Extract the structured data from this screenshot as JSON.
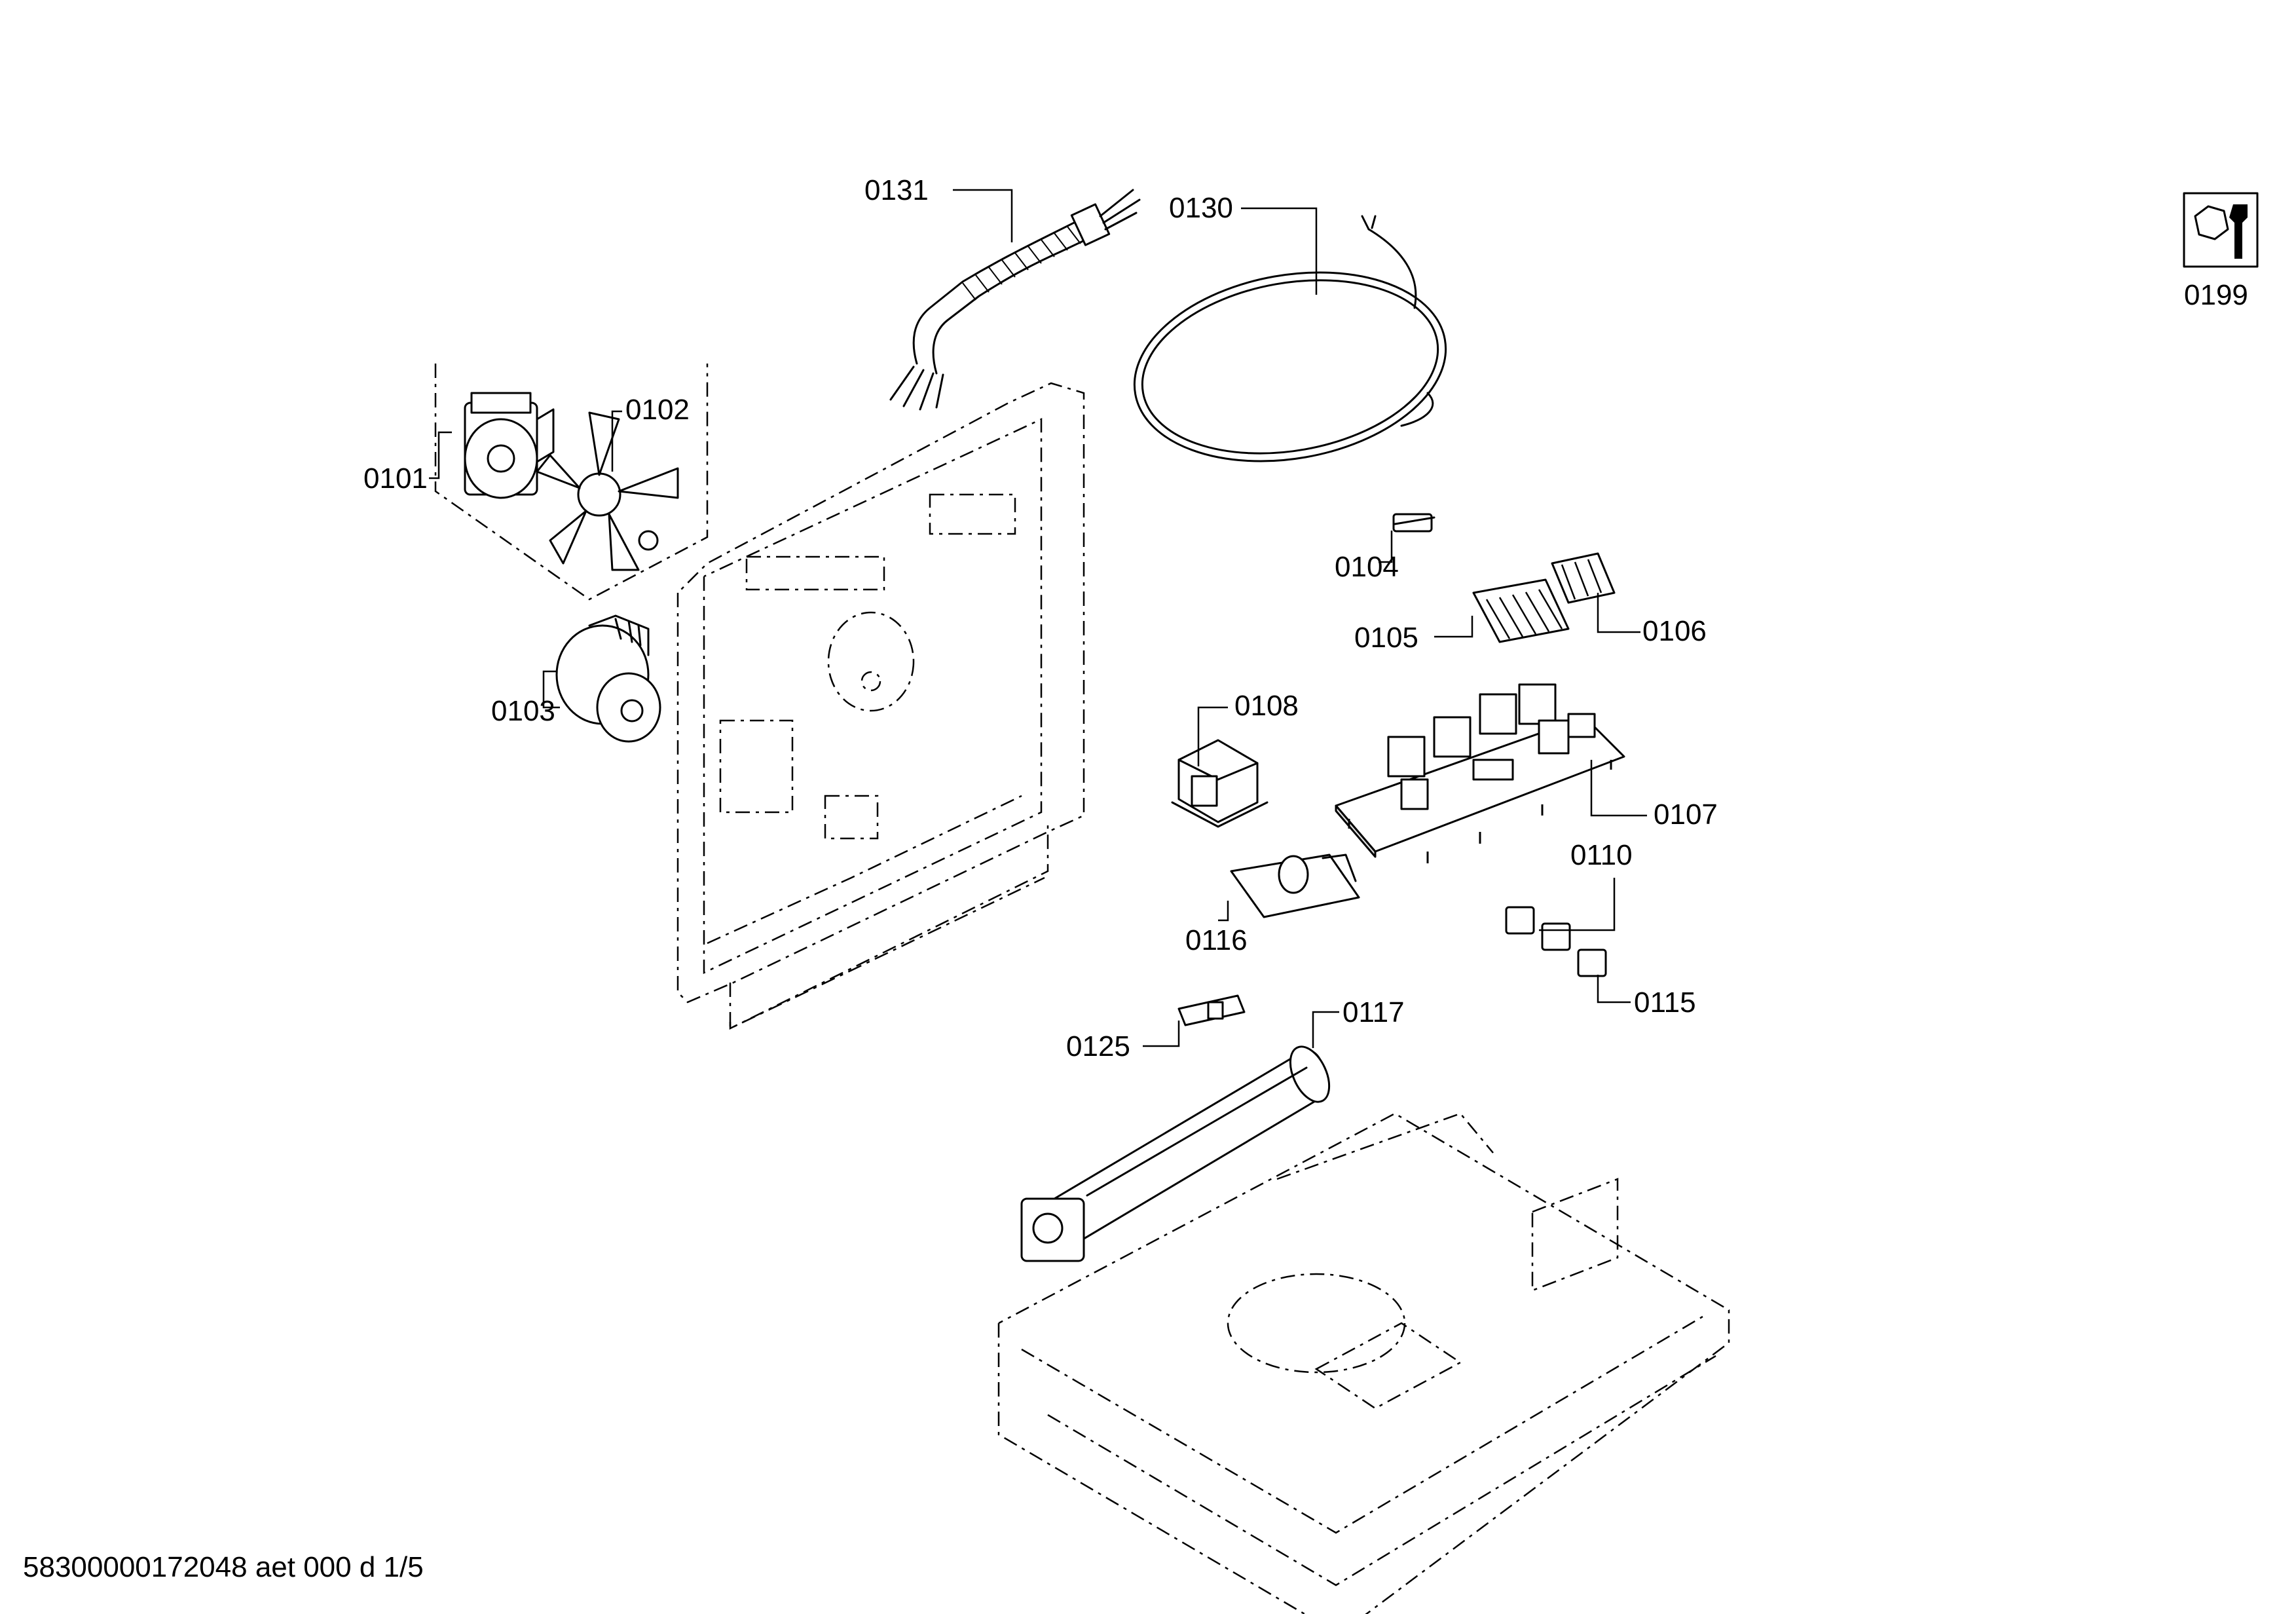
{
  "labels": {
    "p0101": "0101",
    "p0102": "0102",
    "p0103": "0103",
    "p0104": "0104",
    "p0105": "0105",
    "p0106": "0106",
    "p0107": "0107",
    "p0108": "0108",
    "p0110": "0110",
    "p0115": "0115",
    "p0116": "0116",
    "p0117": "0117",
    "p0125": "0125",
    "p0130": "0130",
    "p0131": "0131",
    "p0199": "0199"
  },
  "footer": "58300000172048 aet 000 d 1/5",
  "icons": {
    "service": "nut-and-wrench-icon"
  }
}
